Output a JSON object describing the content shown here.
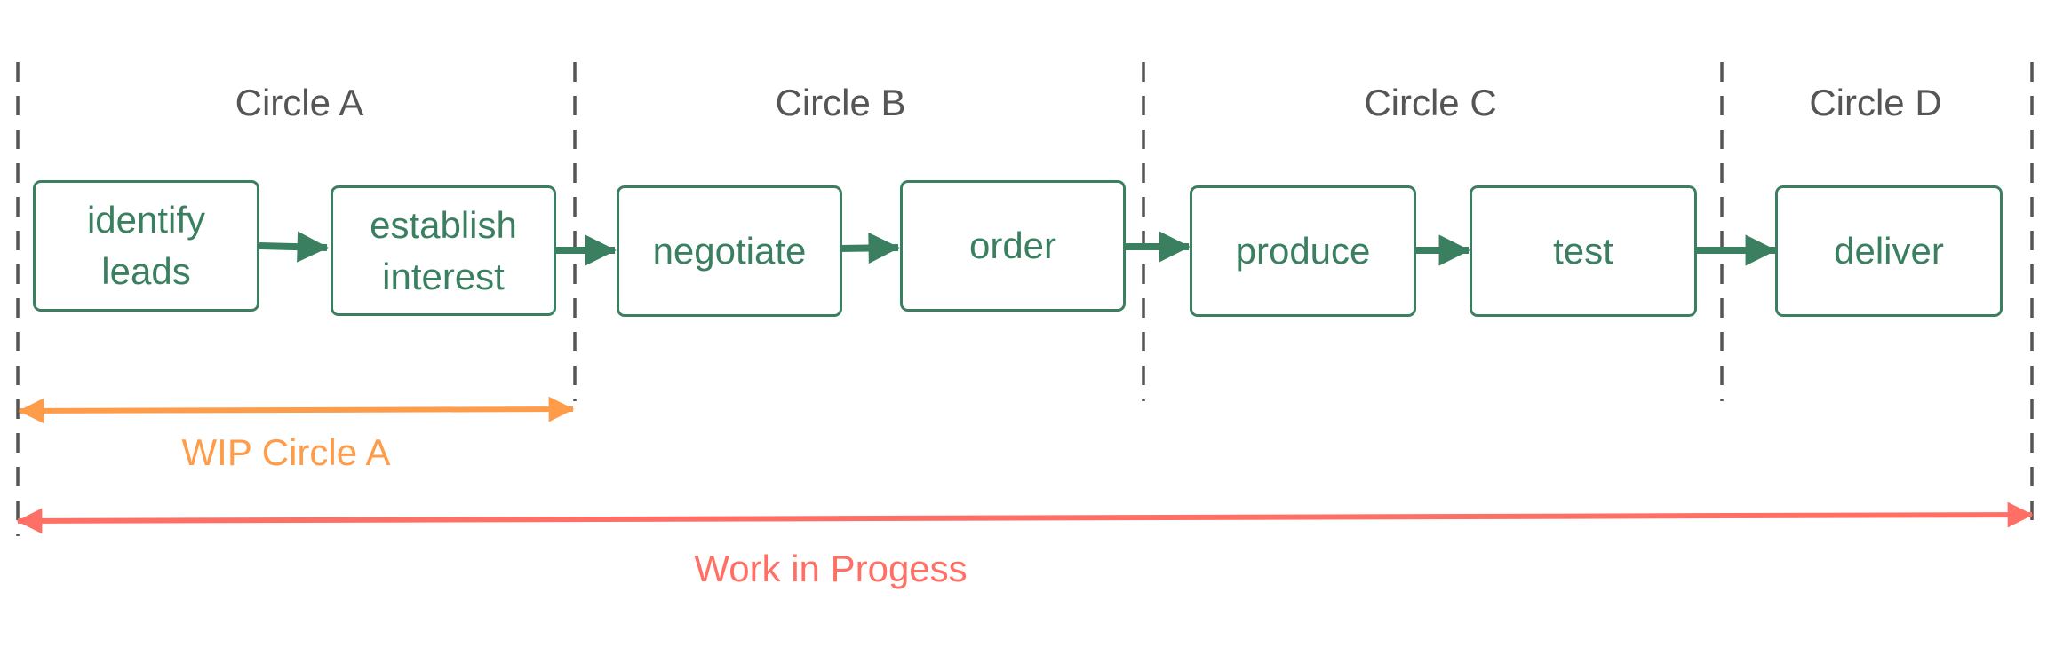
{
  "colors": {
    "step_green": "#3a8060",
    "divider_gray": "#555555",
    "wip_orange": "#ff9c4a",
    "work_red": "#ff6f65"
  },
  "circles": [
    {
      "id": "a",
      "label": "Circle A"
    },
    {
      "id": "b",
      "label": "Circle B"
    },
    {
      "id": "c",
      "label": "Circle C"
    },
    {
      "id": "d",
      "label": "Circle D"
    }
  ],
  "steps": [
    {
      "id": "identify-leads",
      "lines": [
        "identify",
        "leads"
      ]
    },
    {
      "id": "establish-interest",
      "lines": [
        "establish",
        "interest"
      ]
    },
    {
      "id": "negotiate",
      "lines": [
        "negotiate"
      ]
    },
    {
      "id": "order",
      "lines": [
        "order"
      ]
    },
    {
      "id": "produce",
      "lines": [
        "produce"
      ]
    },
    {
      "id": "test",
      "lines": [
        "test"
      ]
    },
    {
      "id": "deliver",
      "lines": [
        "deliver"
      ]
    }
  ],
  "ranges": {
    "wip_label": "WIP Circle A",
    "work_label": "Work in Progess"
  }
}
